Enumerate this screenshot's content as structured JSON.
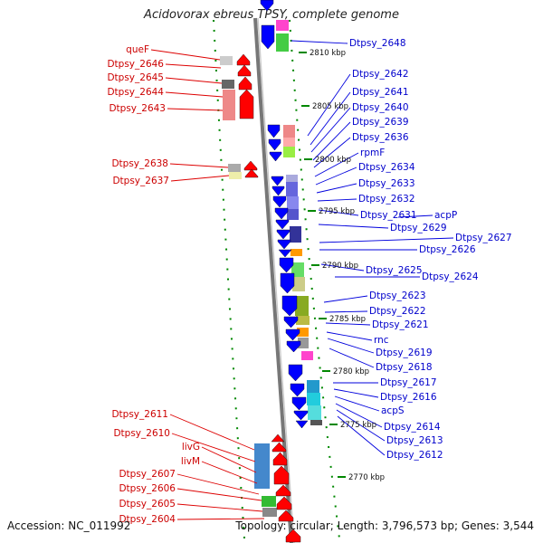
{
  "title": "Acidovorax ebreus TPSY, complete genome",
  "accession": "Accession: NC_011992",
  "topology": "Topology: circular; Length: 3,796,573 bp; Genes: 3,544",
  "colors": {
    "plus_strand": "#ff0000",
    "minus_strand": "#0000ff",
    "backbone": "#999999",
    "ticks": "#008800"
  },
  "position_ticks": [
    {
      "kbp": 2810,
      "label": "2810 kbp"
    },
    {
      "kbp": 2805,
      "label": "2805 kbp"
    },
    {
      "kbp": 2800,
      "label": "2800 kbp"
    },
    {
      "kbp": 2795,
      "label": "2795 kbp"
    },
    {
      "kbp": 2790,
      "label": "2790 kbp"
    },
    {
      "kbp": 2785,
      "label": "2785 kbp"
    },
    {
      "kbp": 2780,
      "label": "2780 kbp"
    },
    {
      "kbp": 2775,
      "label": "2775 kbp"
    },
    {
      "kbp": 2770,
      "label": "2770 kbp"
    }
  ],
  "left_genes": [
    "queF",
    "Dtpsy_2646",
    "Dtpsy_2645",
    "Dtpsy_2644",
    "Dtpsy_2643",
    "Dtpsy_2638",
    "Dtpsy_2637",
    "Dtpsy_2611",
    "Dtpsy_2610",
    "livG",
    "livM",
    "Dtpsy_2607",
    "Dtpsy_2606",
    "Dtpsy_2605",
    "Dtpsy_2604"
  ],
  "right_genes": [
    "Dtpsy_2648",
    "Dtpsy_2642",
    "Dtpsy_2641",
    "Dtpsy_2640",
    "Dtpsy_2639",
    "Dtpsy_2636",
    "rpmF",
    "Dtpsy_2634",
    "Dtpsy_2633",
    "Dtpsy_2632",
    "Dtpsy_2631",
    "acpP",
    "Dtpsy_2629",
    "Dtpsy_2627",
    "Dtpsy_2626",
    "Dtpsy_2625",
    "Dtpsy_2624",
    "Dtpsy_2623",
    "Dtpsy_2622",
    "Dtpsy_2621",
    "rnc",
    "Dtpsy_2619",
    "Dtpsy_2618",
    "Dtpsy_2617",
    "Dtpsy_2616",
    "acpS",
    "Dtpsy_2614",
    "Dtpsy_2613",
    "Dtpsy_2612"
  ]
}
